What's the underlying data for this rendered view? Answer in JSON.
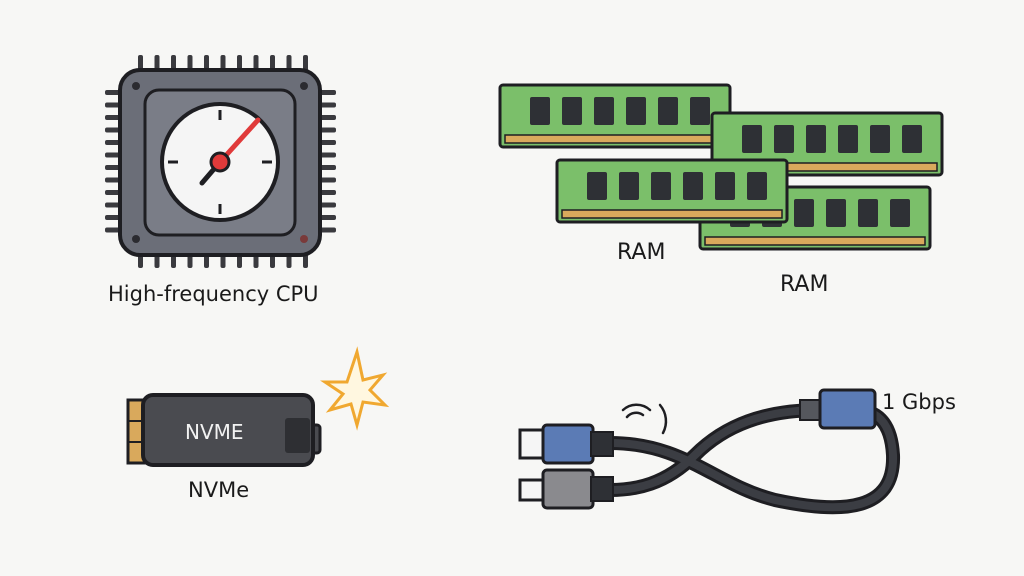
{
  "illustration": {
    "cpu": {
      "label": "High-frequency CPU"
    },
    "ram": {
      "labels": [
        "RAM",
        "RAM"
      ]
    },
    "nvme": {
      "chip_text": "NVME",
      "label": "NVMe"
    },
    "cable": {
      "label": "1 Gbps"
    }
  },
  "colors": {
    "background": "#f7f7f5",
    "cpu_body": "#6b6e78",
    "gauge_needle": "#e03a3a",
    "ram_pcb": "#7bbf6a",
    "ram_contacts": "#d9a95c",
    "nvme_body": "#4a4b50",
    "spark": "#f0a830",
    "connector_blue": "#5b7bb5",
    "connector_gray": "#8a8a8e",
    "cable": "#2e3035"
  }
}
